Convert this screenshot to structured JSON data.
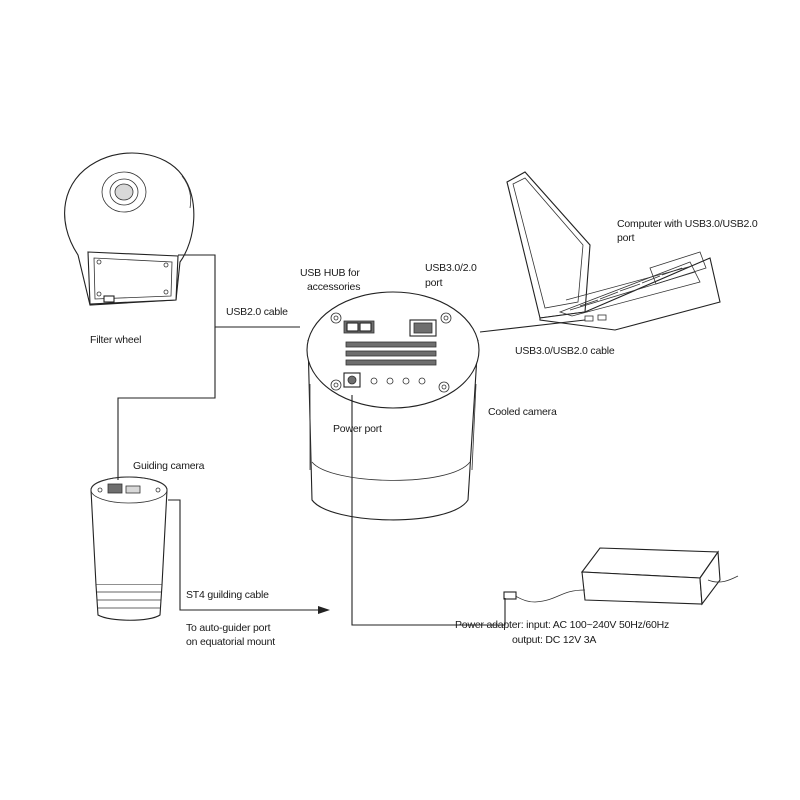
{
  "labels": {
    "filter_wheel": "Filter wheel",
    "usb2_cable": "USB2.0 cable",
    "usb_hub_line1": "USB HUB for",
    "usb_hub_line2": "accessories",
    "usb30_port_line1": "USB3.0/2.0",
    "usb30_port_line2": "port",
    "computer_line1": "Computer with USB3.0/USB2.0",
    "computer_line2": "port",
    "usb30_cable": "USB3.0/USB2.0 cable",
    "power_port": "Power port",
    "cooled_camera": "Cooled camera",
    "guiding_camera": "Guiding camera",
    "st4_cable": "ST4 guilding cable",
    "autoguider_line1": "To auto-guider port",
    "autoguider_line2": "on equatorial mount",
    "power_adapter_line1": "Power adapter: input:  AC 100~240V 50Hz/60Hz",
    "power_adapter_line2": "output: DC 12V 3A"
  },
  "colors": {
    "line": "#222222",
    "background": "#ffffff"
  }
}
